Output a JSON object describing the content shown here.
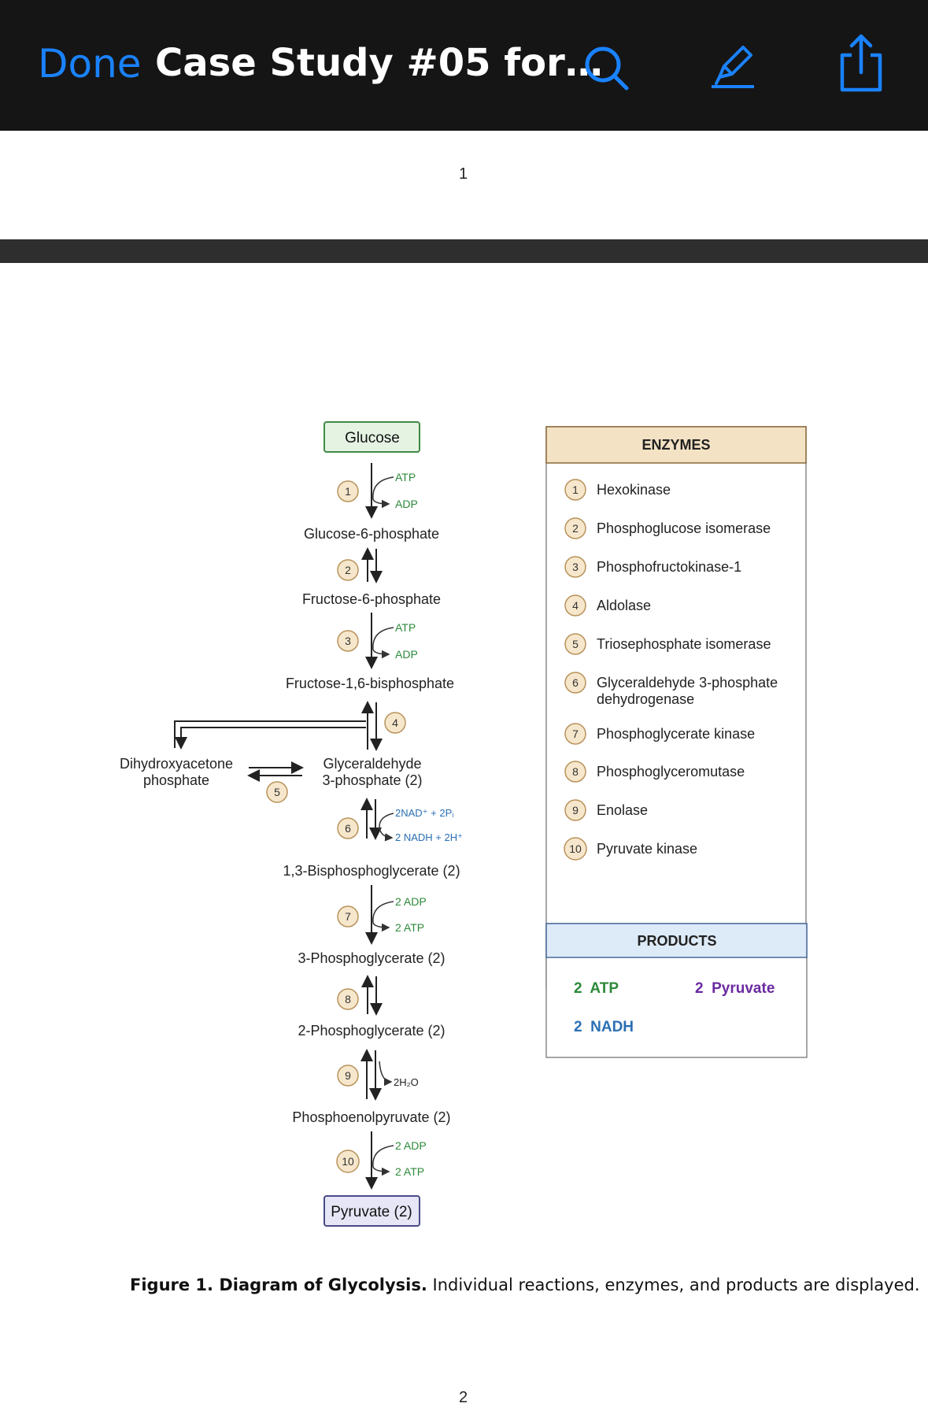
{
  "toolbar": {
    "done_label": "Done",
    "title": "Case Study #05 for…",
    "icons": [
      "search-icon",
      "markup-pen-icon",
      "share-icon"
    ]
  },
  "pages": {
    "page1_number": "1",
    "page2_number": "2"
  },
  "colors": {
    "accent": "#1a82ff",
    "glucose_box": "#e4f3e2",
    "pyruvate_box": "#e6e6f6",
    "enzyme_header": "#f3e2c4",
    "products_header": "#ddeaf8",
    "step_circle": "#f6e7cc",
    "cofactor_green": "#2d8a3a",
    "nadh_blue": "#2a6fb3",
    "pyruvate_purple": "#6a2aa0"
  },
  "pathway": {
    "glucose": "Glucose",
    "g6p": "Glucose-6-phosphate",
    "f6p": "Fructose-6-phosphate",
    "f16bp": "Fructose-1,6-bisphosphate",
    "dhap_line1": "Dihydroxyacetone",
    "dhap_line2": "phosphate",
    "g3p_line1": "Glyceraldehyde",
    "g3p_line2": "3-phosphate (2)",
    "bpg13": "1,3-Bisphosphoglycerate (2)",
    "pg3": "3-Phosphoglycerate (2)",
    "pg2": "2-Phosphoglycerate (2)",
    "pep": "Phosphoenolpyruvate (2)",
    "pyruvate": "Pyruvate (2)",
    "s1_in": "ATP",
    "s1_out": "ADP",
    "s3_in": "ATP",
    "s3_out": "ADP",
    "s6_in": "2NAD⁺ + 2Pᵢ",
    "s6_out": "2 NADH + 2H⁺",
    "s7_in": "2 ADP",
    "s7_out": "2 ATP",
    "s9_out": "2H₂O",
    "s10_in": "2 ADP",
    "s10_out": "2 ATP",
    "steps": [
      "1",
      "2",
      "3",
      "4",
      "5",
      "6",
      "7",
      "8",
      "9",
      "10"
    ]
  },
  "enzymes": {
    "header": "ENZYMES",
    "items": [
      {
        "num": "1",
        "name": "Hexokinase"
      },
      {
        "num": "2",
        "name": "Phosphoglucose isomerase"
      },
      {
        "num": "3",
        "name": "Phosphofructokinase-1"
      },
      {
        "num": "4",
        "name": "Aldolase"
      },
      {
        "num": "5",
        "name": "Triosephosphate isomerase"
      },
      {
        "num": "6",
        "name": "Glyceraldehyde 3-phosphate",
        "name2": "dehydrogenase"
      },
      {
        "num": "7",
        "name": "Phosphoglycerate kinase"
      },
      {
        "num": "8",
        "name": "Phosphoglyceromutase"
      },
      {
        "num": "9",
        "name": "Enolase"
      },
      {
        "num": "10",
        "name": "Pyruvate kinase"
      }
    ]
  },
  "products": {
    "header": "PRODUCTS",
    "atp": "2  ATP",
    "pyruvate": "2  Pyruvate",
    "nadh": "2  NADH"
  },
  "caption": {
    "bold": "Figure 1. Diagram of Glycolysis.",
    "text": " Individual reactions, enzymes, and products are displayed."
  }
}
